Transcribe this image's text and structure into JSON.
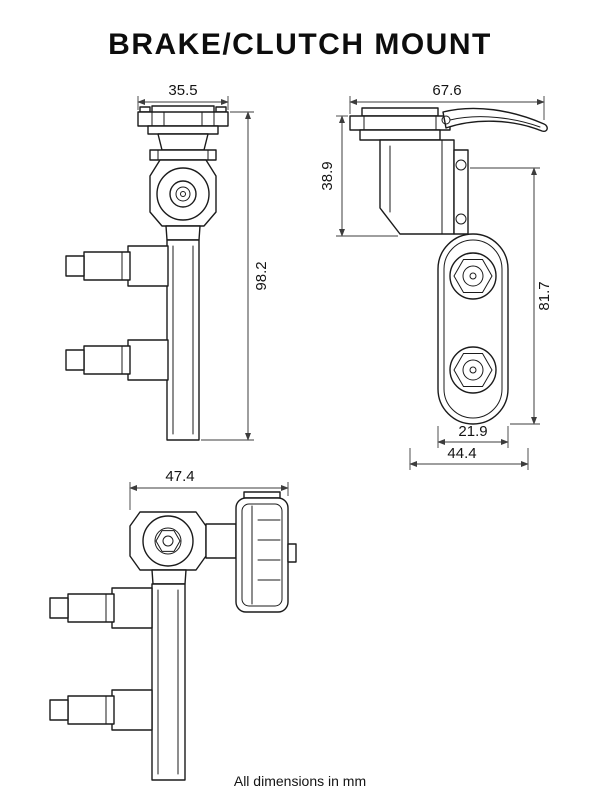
{
  "title": "BRAKE/CLUTCH MOUNT",
  "footer": "All dimensions in mm",
  "views": {
    "front": {
      "width": "35.5",
      "height": "98.2"
    },
    "side": {
      "overall_width": "67.6",
      "head_height": "38.9",
      "body_height": "81.7",
      "slot_width": "21.9",
      "base_width": "44.4"
    },
    "rotated": {
      "width": "47.4"
    }
  }
}
